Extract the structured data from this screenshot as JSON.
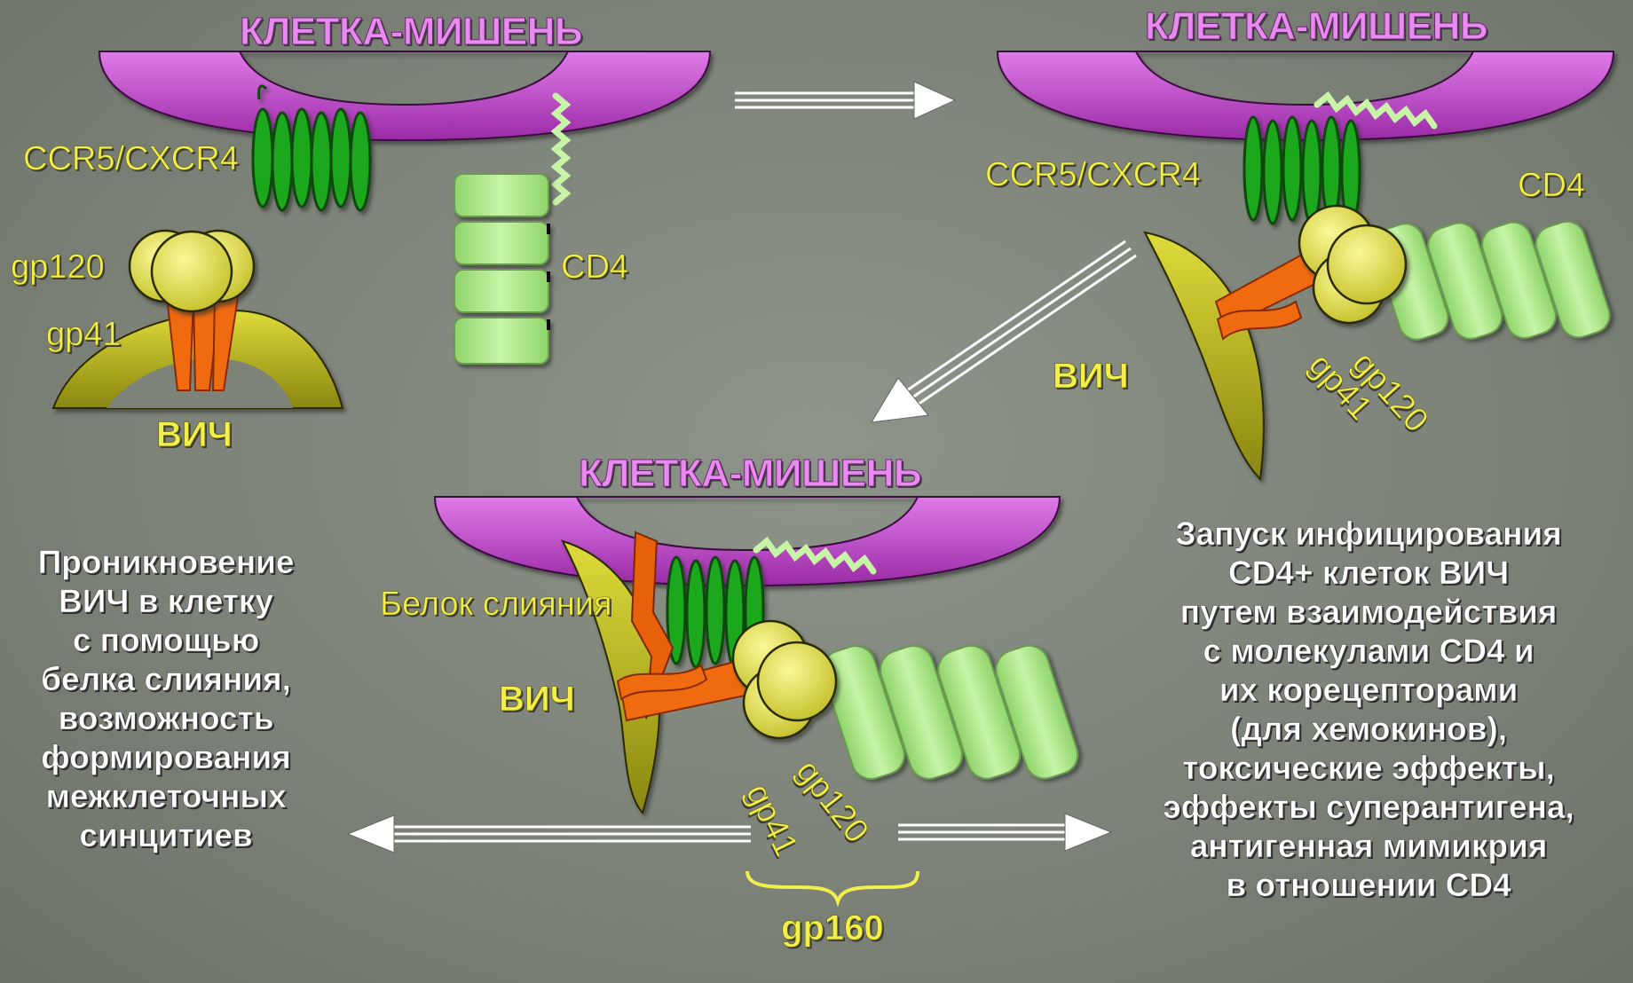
{
  "target_cell_label": "КЛЕТКА-МИШЕНЬ",
  "hiv_label": "ВИЧ",
  "labels": {
    "coreceptor": "CCR5/CXCR4",
    "cd4": "CD4",
    "gp120": "gp120",
    "gp41": "gp41",
    "gp160": "gp160",
    "fusion_protein": "Белок слияния"
  },
  "left_text": [
    "Проникновение",
    "ВИЧ в клетку",
    "с помощью",
    "белка слияния,",
    "возможность",
    "формирования",
    "межклеточных",
    "синцитиев"
  ],
  "right_text": [
    "Запуск инфицирования",
    "CD4+ клеток ВИЧ",
    "путем взаимодействия",
    "с молекулами CD4 и",
    "их корецепторами",
    "(для хемокинов),",
    "токсические эффекты,",
    "эффекты суперантигена,",
    "антигенная мимикрия",
    "в отношении CD4"
  ],
  "colors": {
    "membrane": "#c94ad6",
    "virus": "#b8b418",
    "coreceptor": "#1ea81e",
    "cd4": "#b9ec98",
    "gp120": "#ecea62",
    "gp41": "#f06a10",
    "arrow": "#ffffff"
  }
}
